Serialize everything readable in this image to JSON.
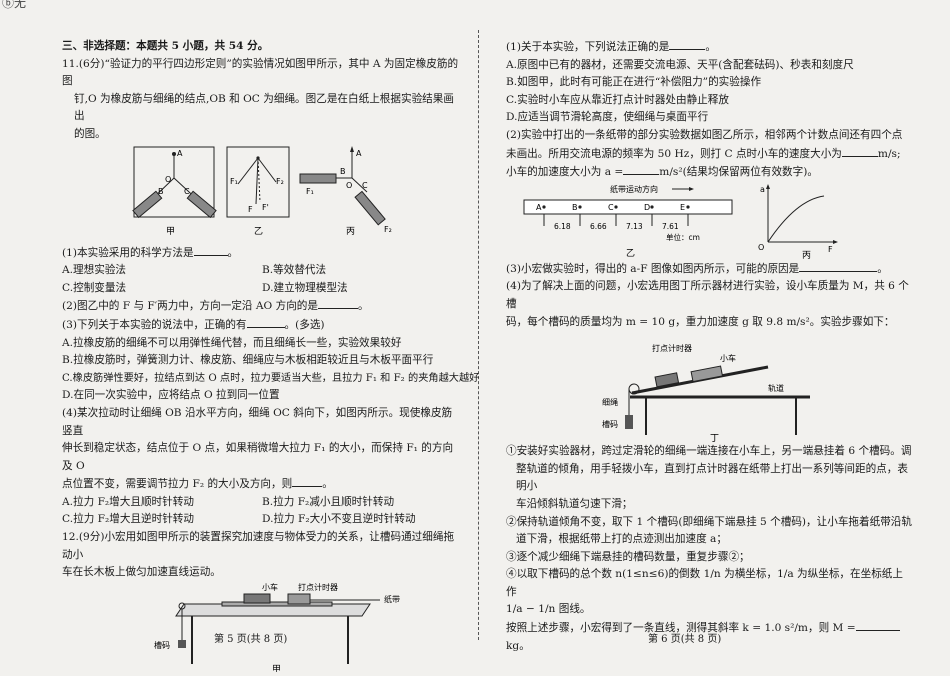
{
  "corner_text": "ⓑ无",
  "left": {
    "section_title": "三、非选择题：本题共 5 小题，共 54 分。",
    "q11_intro": [
      "11.(6分)“验证力的平行四边形定则”的实验情况如图甲所示，其中 A 为固定橡皮筋的图",
      "钉,O 为橡皮筋与细绳的结点,OB 和 OC 为细绳。图乙是在白纸上根据实验结果画出",
      "的图。"
    ],
    "fig_labels": {
      "jia": "甲",
      "yi": "乙",
      "bing": "丙"
    },
    "fig_points": {
      "A": "A",
      "O": "O",
      "B": "B",
      "C": "C",
      "F1": "F₁",
      "F2": "F₂",
      "F": "F",
      "Fp": "F'"
    },
    "q11_1": "(1)本实验采用的科学方法是",
    "q11_1_opts": [
      "A.理想实验法",
      "B.等效替代法",
      "C.控制变量法",
      "D.建立物理模型法"
    ],
    "q11_2": "(2)图乙中的 F 与 F′两力中，方向一定沿 AO 方向的是",
    "q11_3": "(3)下列关于本实验的说法中，正确的有",
    "q11_3_tail": "。(多选)",
    "q11_3_opts": [
      "A.拉橡皮筋的细绳不可以用弹性绳代替，而且细绳长一些，实验效果较好",
      "B.拉橡皮筋时，弹簧测力计、橡皮筋、细绳应与木板相距较近且与木板平面平行",
      "C.橡皮筋弹性要好，拉结点到达 O 点时，拉力要适当大些，且拉力 F₁ 和 F₂ 的夹角越大越好",
      "D.在同一次实验中，应将结点 O 拉到同一位置"
    ],
    "q11_4": [
      "(4)某次拉动时让细绳 OB 沿水平方向，细绳 OC 斜向下，如图丙所示。现使橡皮筋竖直",
      "伸长到稳定状态，结点位于 O 点，如果稍微增大拉力 F₁ 的大小，而保持 F₁ 的方向及 O",
      "点位置不变，需要调节拉力 F₂ 的大小及方向，则"
    ],
    "q11_4_opts": [
      "A.拉力 F₂增大且顺时针转动",
      "B.拉力 F₂减小且顺时针转动",
      "C.拉力 F₂增大且逆时针转动",
      "D.拉力 F₂大小不变且逆时针转动"
    ],
    "q12_intro": [
      "12.(9分)小宏用如图甲所示的装置探究加速度与物体受力的关系，让槽码通过细绳拖动小",
      "车在长木板上做匀加速直线运动。"
    ],
    "fig12": {
      "cart": "小车",
      "timer": "打点计时器",
      "tape": "纸带",
      "weights": "槽码",
      "label": "甲"
    },
    "footer": "第 5 页(共 8 页)"
  },
  "right": {
    "q12_1": "(1)关于本实验，下列说法正确的是",
    "q12_1_opts": [
      "A.原图中已有的器材，还需要交流电源、天平(含配套砝码)、秒表和刻度尺",
      "B.如图甲，此时有可能正在进行“补偿阻力”的实验操作",
      "C.实验时小车应从靠近打点计时器处由静止释放",
      "D.应适当调节滑轮高度，使细绳与桌面平行"
    ],
    "q12_2": [
      "(2)实验中打出的一条纸带的部分实验数据如图乙所示，相邻两个计数点间还有四个点",
      "未画出。所用交流电源的频率为 50 Hz，则打 C 点时小车的速度大小为",
      "小车的加速度大小为 a =",
      "m/s²(结果均保留两位有效数字)。"
    ],
    "unit_ms": "m/s;",
    "tape": {
      "title": "纸带运动方向",
      "points": [
        "A",
        "B",
        "C",
        "D",
        "E"
      ],
      "values": [
        "6.18",
        "6.66",
        "7.13",
        "7.61"
      ],
      "unit": "单位：cm",
      "label": "乙"
    },
    "graph": {
      "a": "a",
      "F": "F",
      "O": "O",
      "label": "丙"
    },
    "q12_3": "(3)小宏做实验时，得出的 a-F 图像如图丙所示，可能的原因是",
    "q12_4": [
      "(4)为了解决上面的问题，小宏选用图丁所示器材进行实验，设小车质量为 M，共 6 个槽",
      "码，每个槽码的质量均为 m = 10 g，重力加速度 g 取 9.8 m/s²。实验步骤如下："
    ],
    "fig_d": {
      "timer": "打点计时器",
      "cart": "小车",
      "track": "轨道",
      "rope": "细绳",
      "weights": "槽码",
      "label": "丁"
    },
    "steps": [
      "①安装好实验器材，跨过定滑轮的细绳一端连接在小车上，另一端悬挂着 6 个槽码。调",
      "整轨道的倾角，用手轻拨小车，直到打点计时器在纸带上打出一系列等间距的点，表明小",
      "车沿倾斜轨道匀速下滑；",
      "②保持轨道倾角不变，取下 1 个槽码(即细绳下端悬挂 5 个槽码)，让小车拖着纸带沿轨",
      "道下滑，根据纸带上打的点迹测出加速度 a；",
      "③逐个减少细绳下端悬挂的槽码数量，重复步骤②；",
      "④以取下槽码的总个数 n(1≤n≤6)的倒数 1/n 为横坐标，1/a 为纵坐标，在坐标纸上作",
      "1/a − 1/n 图线。"
    ],
    "last": "按照上述步骤，小宏得到了一条直线，测得其斜率 k = 1.0 s²/m，则 M =",
    "last_unit": "kg。",
    "footer": "第 6 页(共 8 页)"
  }
}
